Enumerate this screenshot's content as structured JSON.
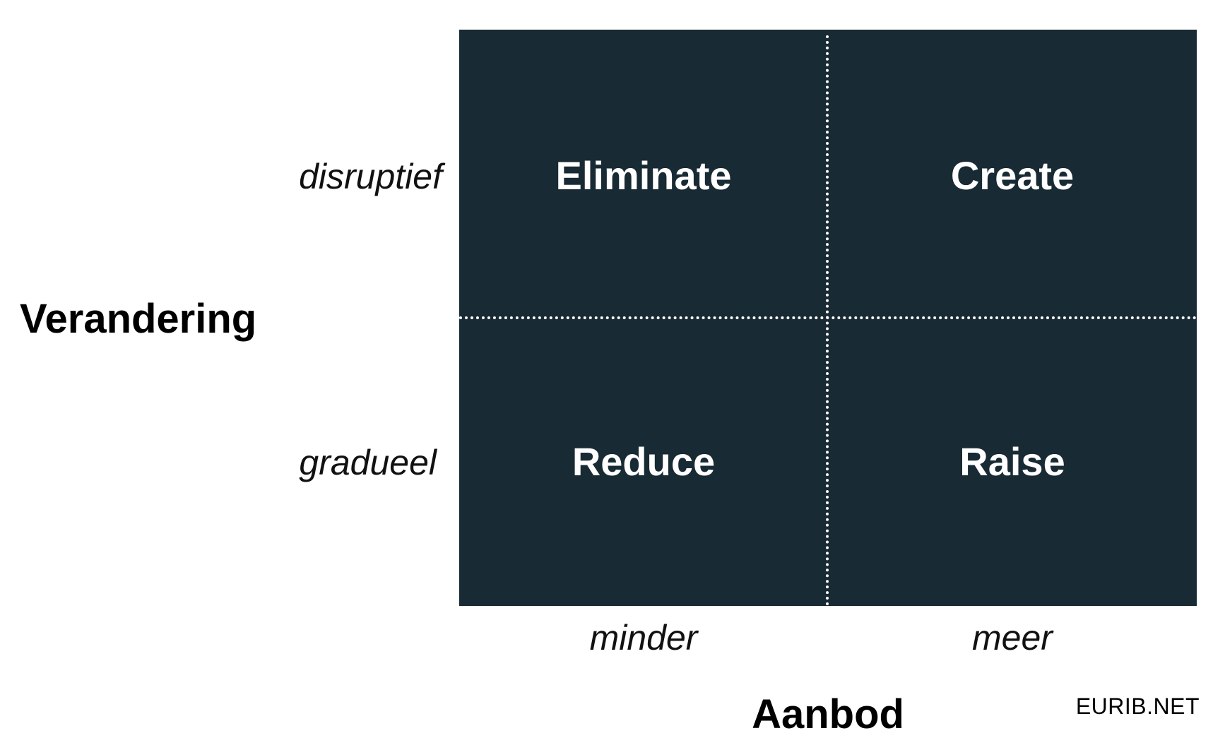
{
  "quadrants": {
    "top_left": "Eliminate",
    "top_right": "Create",
    "bottom_left": "Reduce",
    "bottom_right": "Raise"
  },
  "rows": {
    "top": "disruptief",
    "bottom": "gradueel"
  },
  "columns": {
    "left": "minder",
    "right": "meer"
  },
  "axes": {
    "y_title": "Verandering",
    "x_title": "Aanbod"
  },
  "watermark": "EURIB.NET",
  "colors": {
    "matrix_background": "#182a34",
    "quadrant_text": "#ffffff",
    "divider": "#ffffff"
  }
}
